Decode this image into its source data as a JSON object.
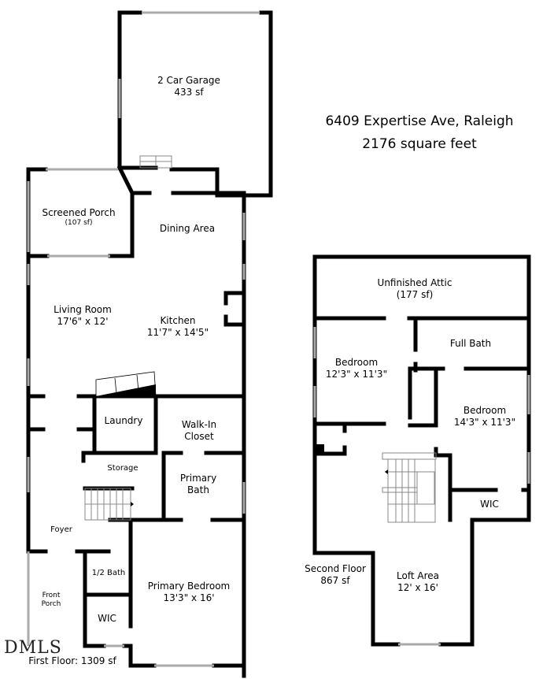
{
  "header": {
    "address": "6409 Expertise Ave, Raleigh",
    "total_area": "2176 square feet"
  },
  "first_floor": {
    "label": "First Floor: 1309 sf",
    "rooms": [
      {
        "name": "2 Car Garage",
        "size": "433 sf"
      },
      {
        "name": "Screened Porch",
        "size": "(107 sf)"
      },
      {
        "name": "Dining Area",
        "size": ""
      },
      {
        "name": "Living Room",
        "size": "17'6\" x 12'"
      },
      {
        "name": "Kitchen",
        "size": "11'7\" x 14'5\""
      },
      {
        "name": "Laundry",
        "size": ""
      },
      {
        "name": "Walk-In",
        "size": "Closet"
      },
      {
        "name": "Storage",
        "size": ""
      },
      {
        "name": "Primary",
        "size": "Bath"
      },
      {
        "name": "Foyer",
        "size": ""
      },
      {
        "name": "1/2 Bath",
        "size": ""
      },
      {
        "name": "Front",
        "size": "Porch"
      },
      {
        "name": "WIC",
        "size": ""
      },
      {
        "name": "Primary Bedroom",
        "size": "13'3\" x 16'"
      }
    ]
  },
  "second_floor": {
    "label": "Second Floor",
    "area": "867 sf",
    "rooms": [
      {
        "name": "Unfinished Attic",
        "size": "(177 sf)"
      },
      {
        "name": "Full Bath",
        "size": ""
      },
      {
        "name": "Bedroom",
        "size": "12'3\" x 11'3\""
      },
      {
        "name": "Bedroom",
        "size": "14'3\" x 11'3\""
      },
      {
        "name": "WIC",
        "size": ""
      },
      {
        "name": "Loft Area",
        "size": "12' x 16'"
      }
    ]
  },
  "watermark": "DMLS",
  "colors": {
    "wall": "#000000",
    "window": "#bbbbbb",
    "background": "#ffffff"
  }
}
